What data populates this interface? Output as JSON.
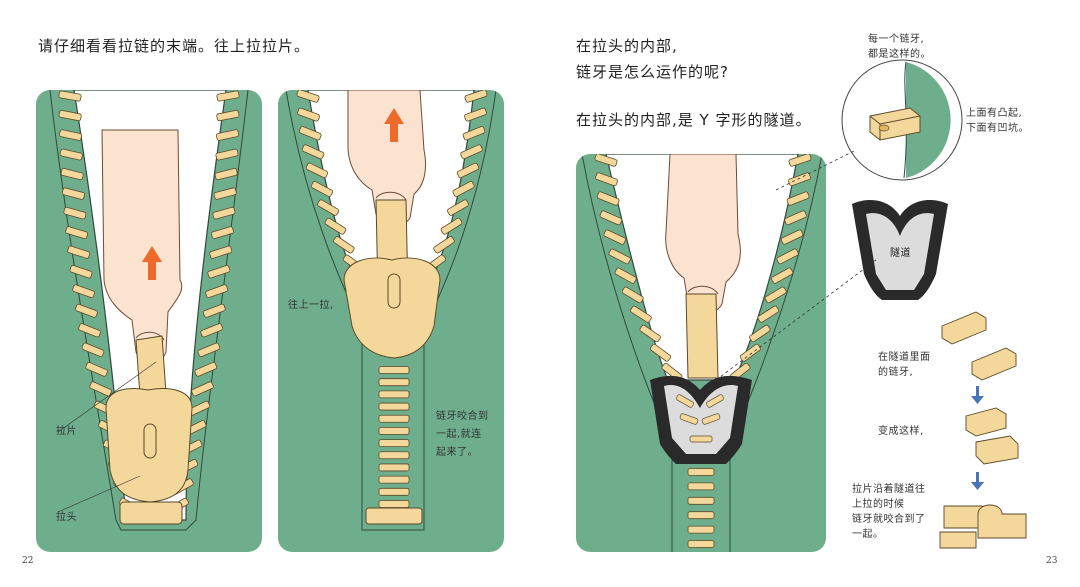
{
  "left_page": {
    "instruction": "请仔细看看拉链的末端。往上拉拉片。",
    "panel1_label_tab": "拉片",
    "panel1_label_slider": "拉头",
    "panel2_label_pull": "往上一拉,",
    "panel2_label_mesh": [
      "链牙咬合到",
      "一起,就连",
      "起来了。"
    ],
    "page_number": "22"
  },
  "right_page": {
    "question_line1": "在拉头的内部,",
    "question_line2": "链牙是怎么运作的呢?",
    "tunnel_text": "在拉头的内部,是 Y 字形的隧道。",
    "tooth_caption_top": [
      "每一个链牙,",
      "都是这样的。"
    ],
    "tooth_caption_side": [
      "上面有凸起,",
      "下面有凹坑。"
    ],
    "tunnel_label": "隧道",
    "step1": [
      "在隧道里面",
      "的链牙,"
    ],
    "step2": "变成这样,",
    "step3": [
      "拉片沿着隧道往",
      "上拉的时候",
      "链牙就咬合到了",
      "一起。"
    ],
    "page_number": "23"
  },
  "colors": {
    "fabric_green": "#6fae8c",
    "tooth_yellow": "#f3d79b",
    "hand_skin": "#fbe3cf",
    "arrow_orange": "#ef6a2a",
    "step_arrow_blue": "#4a73b8",
    "tunnel_dark": "#2a2a2a",
    "tunnel_light": "#dcdcdc"
  }
}
